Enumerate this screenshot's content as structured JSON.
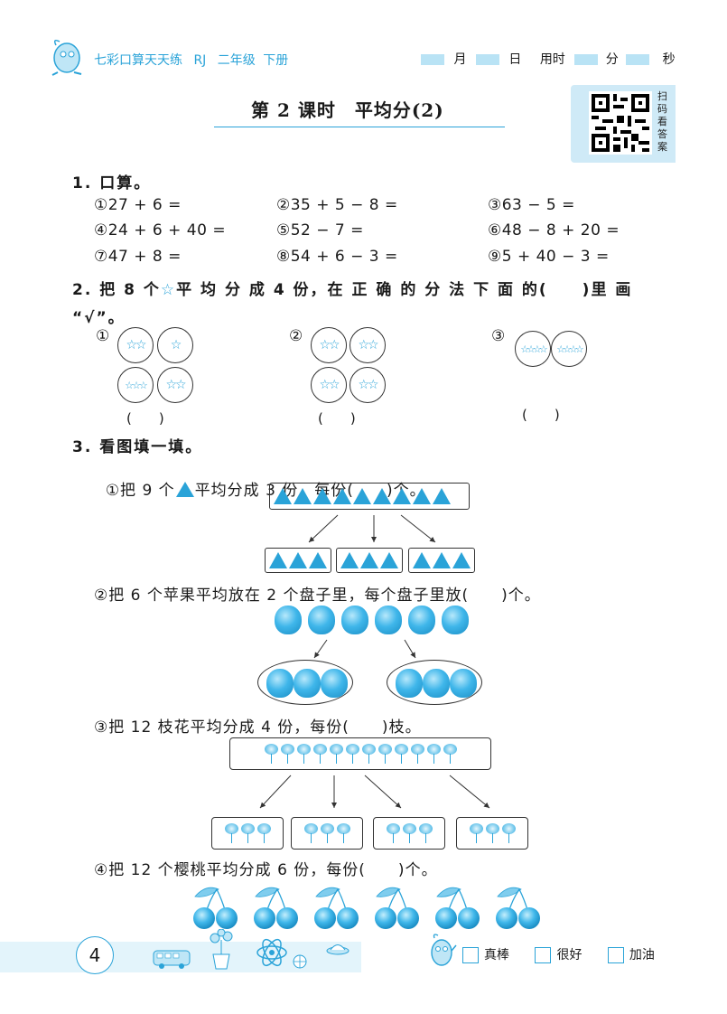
{
  "header": {
    "book_title": "七彩口算天天练",
    "edition": "RJ",
    "grade": "二年级",
    "volume": "下册",
    "month_label": "月",
    "day_label": "日",
    "time_used_label": "用时",
    "minute_label": "分",
    "second_label": "秒",
    "qr_caption": "扫码看答案"
  },
  "lesson_title": "第 2 课时　平均分(2)",
  "q1": {
    "number": "1.",
    "title": "口算。",
    "items": [
      "①27 + 6 =",
      "②35 + 5 − 8 =",
      "③63 − 5 =",
      "④24 + 6 + 40 =",
      "⑤52 − 7 =",
      "⑥48 − 8 + 20 =",
      "⑦47 + 8 =",
      "⑧54 + 6 − 3 =",
      "⑨5 + 40 − 3 ="
    ]
  },
  "q2": {
    "number": "2.",
    "text_line1_a": "把 8 个",
    "star": "☆",
    "text_line1_b": "平 均 分 成 4 份，在 正 确 的 分 法 下 面 的(　　)里 画",
    "text_line2": "“√”。",
    "options": [
      {
        "label": "①",
        "circles": [
          "☆☆",
          "☆",
          "☆☆☆",
          "☆☆"
        ],
        "answer": "(　　)"
      },
      {
        "label": "②",
        "circles": [
          "☆☆",
          "☆☆",
          "☆☆",
          "☆☆"
        ],
        "answer": "(　　)"
      },
      {
        "label": "③",
        "circles": [
          "☆☆☆☆",
          "☆☆☆☆"
        ],
        "answer": "(　　)"
      }
    ]
  },
  "q3": {
    "number": "3.",
    "title": "看图填一填。",
    "sub1_a": "①把 9 个",
    "sub1_b": "平均分成 3 份，每份(　　)个。",
    "sub2": "②把 6 个苹果平均放在 2 个盘子里，每个盘子里放(　　)个。",
    "sub3": "③把 12 枝花平均分成 4 份，每份(　　)枝。",
    "sub4": "④把 12 个樱桃平均分成 6 份，每份(　　)个。",
    "triangle_count": 9,
    "apple_count": 6,
    "flower_count": 12,
    "cherry_pairs": 6
  },
  "footer": {
    "page_number": "4",
    "rating_1": "真棒",
    "rating_2": "很好",
    "rating_3": "加油"
  },
  "colors": {
    "accent": "#2aa3d8",
    "light_band": "#e3f4fb"
  }
}
